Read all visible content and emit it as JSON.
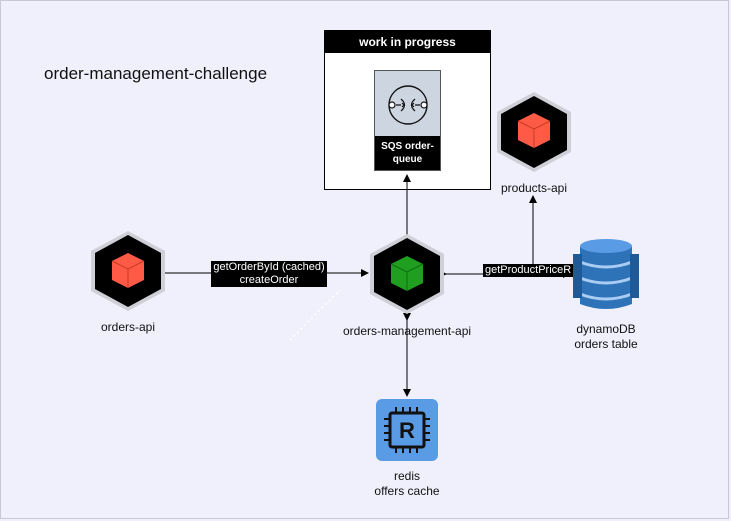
{
  "diagram": {
    "title": "order-management-challenge",
    "group": {
      "title": "work in progress"
    },
    "nodes": {
      "sqs": {
        "label": "SQS order-queue"
      },
      "products_api": {
        "label": "products-api"
      },
      "orders_api": {
        "label": "orders-api"
      },
      "orders_management_api": {
        "label": "orders-management-api"
      },
      "dynamodb": {
        "label_line1": "dynamoDB",
        "label_line2": "orders table"
      },
      "redis": {
        "label_line1": "redis",
        "label_line2": "offers cache",
        "logo_letter": "R"
      }
    },
    "edges": {
      "orders_to_mgmt": {
        "line1": "getOrderById (cached)",
        "line2": "createOrder"
      },
      "mgmt_to_products": {
        "label": "getProductPriceR"
      }
    }
  },
  "colors": {
    "background": "#f0f0fc",
    "hex_dark": "#000000",
    "hex_outline": "#cfcfd8",
    "cube_orange": "#ff5a45",
    "cube_green": "#1f9e1f",
    "dynamo_blue": "#2e73b8",
    "redis_blue": "#5a9be6"
  }
}
